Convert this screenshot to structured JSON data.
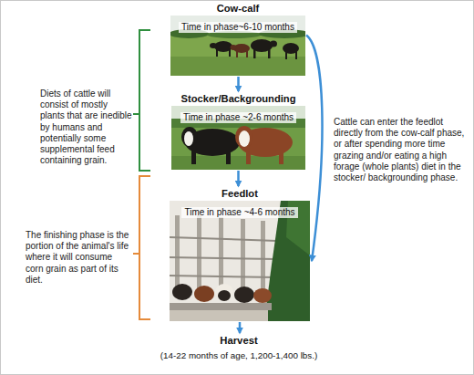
{
  "diagram": {
    "nodes": [
      {
        "text": [
          "Cow-calf",
          "Time in phase~6-10 months"
        ]
      },
      {
        "text": [
          "Stocker/Backgrounding",
          "Time in phase ~2-6 months"
        ]
      },
      {
        "text": [
          "Feedlot",
          "Time in phase ~4-6 months"
        ]
      },
      {
        "text": [
          "Harvest",
          "(14-22 months of age, 1,200-1,400 lbs.)"
        ]
      }
    ],
    "edges": [
      {
        "from": 0,
        "to": 1,
        "arrow": "to"
      },
      {
        "from": 1,
        "to": 2,
        "arrow": "to"
      },
      {
        "from": 2,
        "to": 3,
        "arrow": "to"
      },
      {
        "from": 0,
        "to": 2,
        "arrow": "to"
      }
    ],
    "labels": [
      "Diets of cattle will consist of mostly plants that are inedible by humans and potentially some supplemental feed containing grain.",
      "Cattle can enter the feedlot directly from the cow-calf phase, or after spending more time grazing and/or eating a high forage (whole plants) diet in the stocker/ backgrounding phase.",
      "The finishing phase is the portion of the animal's life where it will consume corn grain as part of its diet."
    ]
  }
}
